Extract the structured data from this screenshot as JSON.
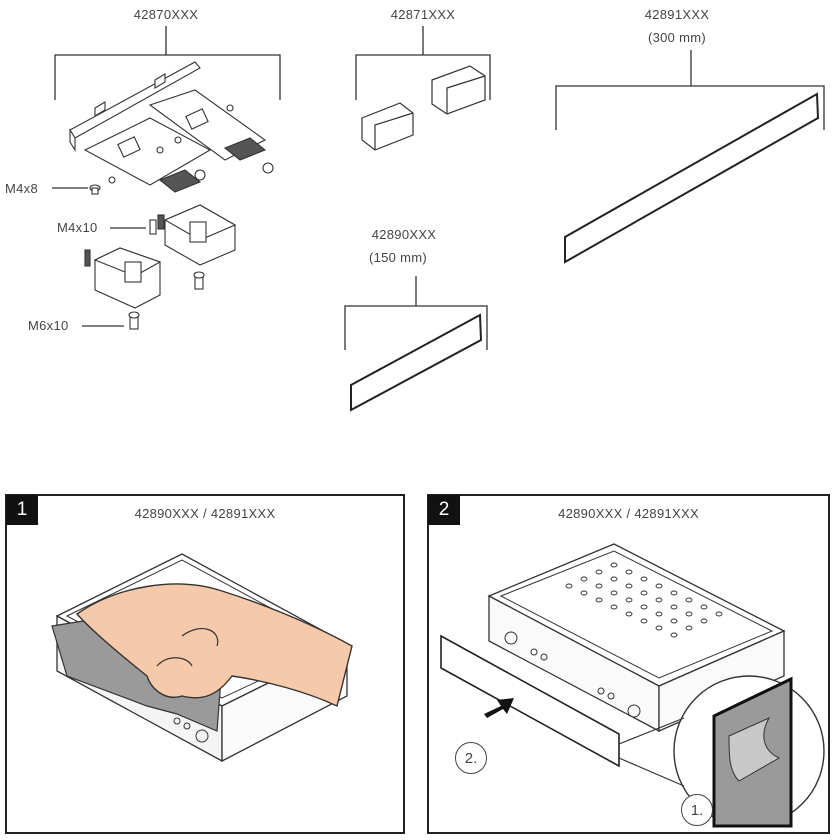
{
  "parts": {
    "base_set": {
      "code": "42870XXX"
    },
    "end_caps": {
      "code": "42871XXX"
    },
    "trim_300": {
      "code": "42891XXX",
      "length": "(300 mm)"
    },
    "trim_150": {
      "code": "42890XXX",
      "length": "(150 mm)"
    },
    "screws": {
      "m4x8": "M4x8",
      "m4x10": "M4x10",
      "m6x10": "M6x10"
    }
  },
  "steps": [
    {
      "number": "1",
      "title": "42890XXX / 42891XXX"
    },
    {
      "number": "2",
      "title": "42890XXX / 42891XXX",
      "callouts": [
        "1.",
        "2."
      ]
    }
  ]
}
